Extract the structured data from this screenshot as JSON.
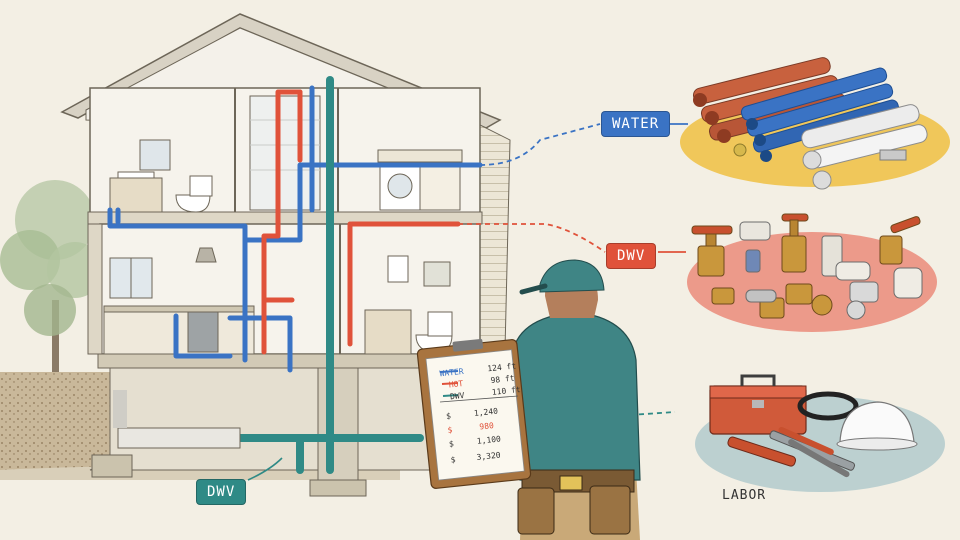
{
  "tags": {
    "water": "WATER",
    "dwv_top": "DWV",
    "dwv_bottom": "DWV",
    "labor": "LABOR"
  },
  "clipboard": {
    "rows": [
      {
        "label": "WATER",
        "value": "124 ft"
      },
      {
        "label": "HOT",
        "value": "98 ft"
      },
      {
        "label": "DWV",
        "value": "110 ft"
      }
    ],
    "costs": [
      {
        "sym": "$",
        "value": "1,240"
      },
      {
        "sym": "$",
        "value": "980"
      },
      {
        "sym": "$",
        "value": "1,100"
      },
      {
        "sym": "$",
        "value": "3,320"
      }
    ]
  },
  "colors": {
    "water": "#3a73c4",
    "hot": "#e0523a",
    "dwv": "#2f8a86",
    "paper": "#f3efe4"
  },
  "icons": [
    "house-cutaway-icon",
    "pipe-bundle-icon",
    "fittings-icon",
    "toolbox-icon",
    "hard-hat-icon",
    "wrench-icon",
    "plumber-figure-icon",
    "clipboard-icon",
    "tree-icon"
  ]
}
